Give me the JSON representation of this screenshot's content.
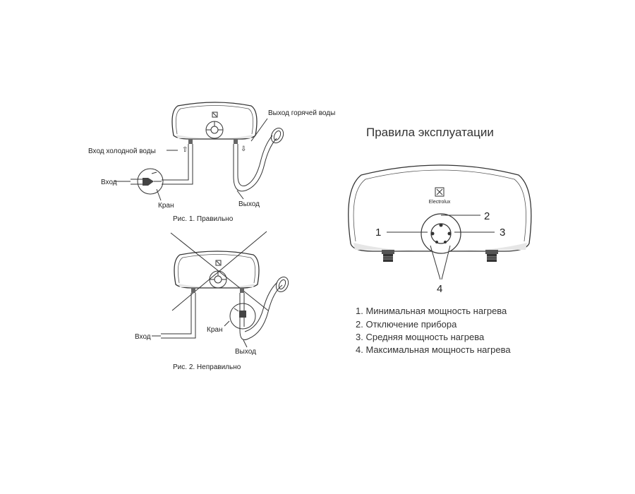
{
  "fig1": {
    "label_hot_out": "Выход горячей воды",
    "label_cold_in": "Вход холодной воды",
    "label_inlet": "Вход",
    "label_tap": "Кран",
    "label_outlet": "Выход",
    "caption": "Рис. 1. Правильно"
  },
  "fig2": {
    "label_inlet": "Вход",
    "label_tap": "Кран",
    "label_outlet": "Выход",
    "caption": "Рис. 2. Неправильно"
  },
  "operation": {
    "title": "Правила эксплуатации",
    "brand": "Electrolux",
    "markers": [
      "1",
      "2",
      "3",
      "4"
    ],
    "legend": [
      "1. Минимальная мощность нагрева",
      "2. Отключение прибора",
      "3. Средняя мощность нагрева",
      "4. Максимальная мощность нагрева"
    ]
  }
}
